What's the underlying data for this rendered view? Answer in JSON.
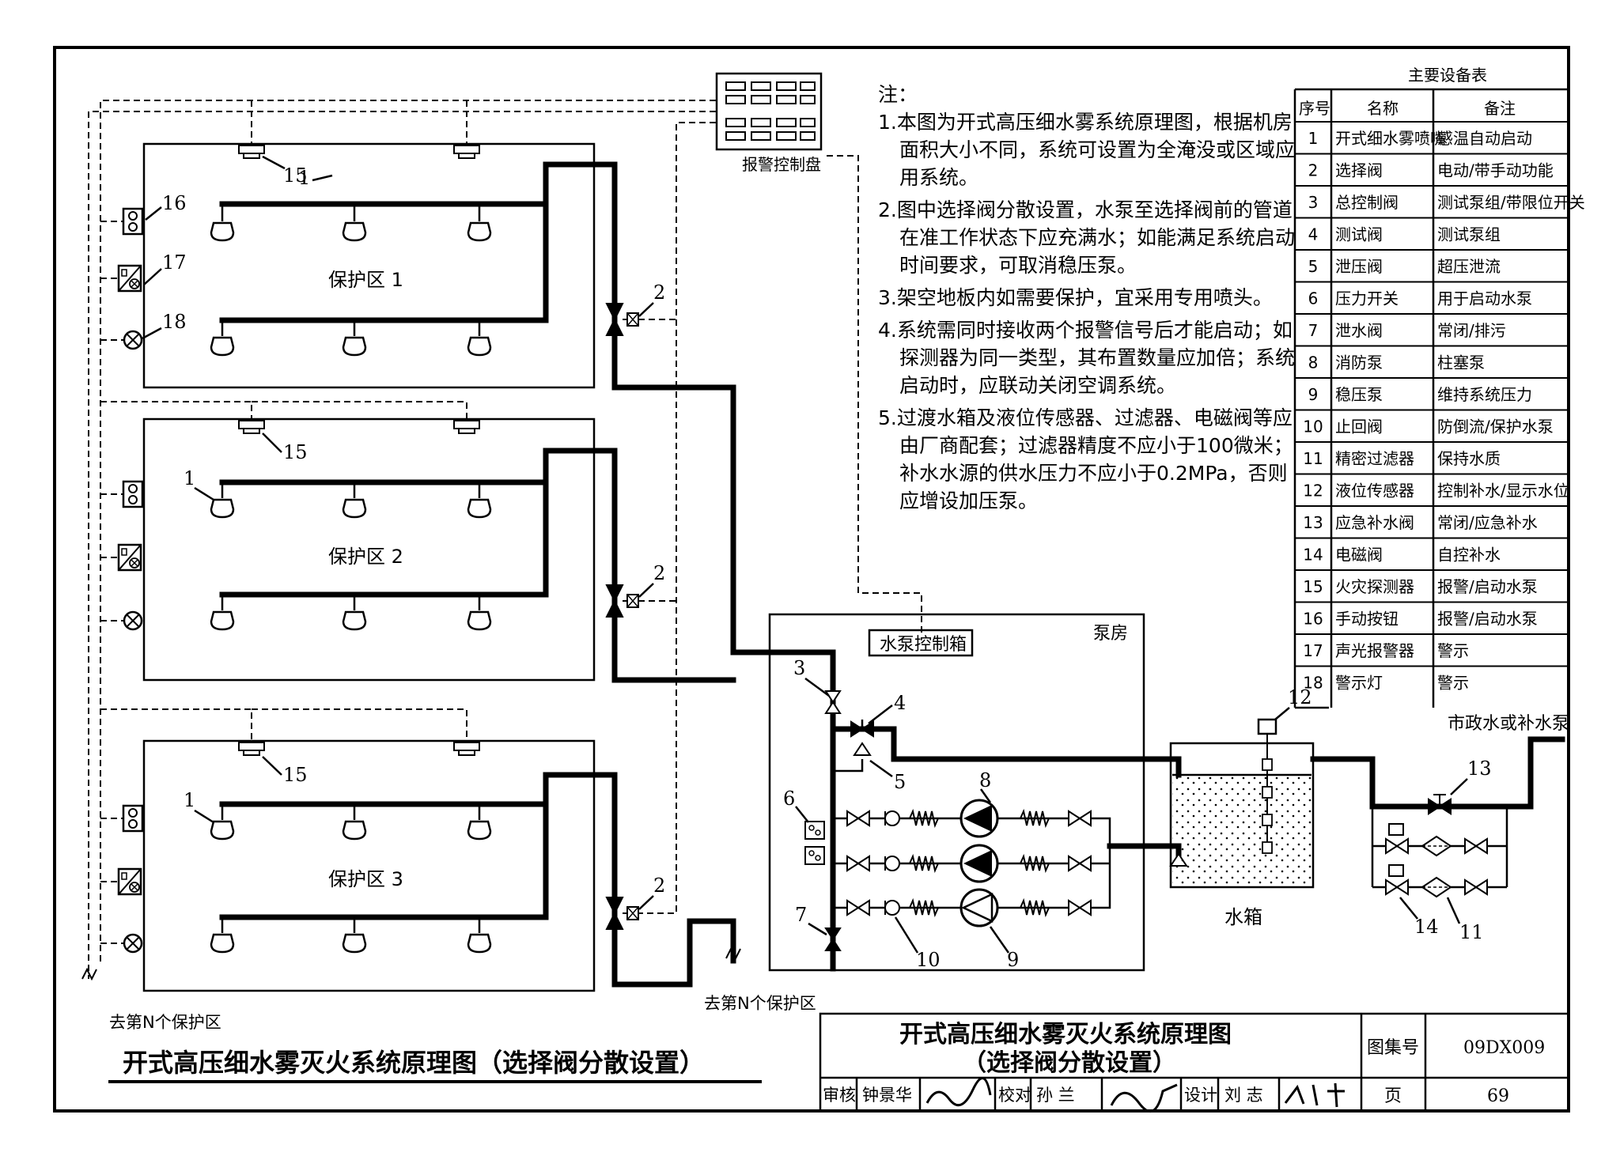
{
  "notes": {
    "heading": "注：",
    "lines": [
      "1.本图为开式高压细水雾系统原理图，根据机房",
      "面积大小不同，系统可设置为全淹没或区域应",
      "用系统。",
      "2.图中选择阀分散设置，水泵至选择阀前的管道",
      "在准工作状态下应充满水；如能满足系统启动",
      "时间要求，可取消稳压泵。",
      "3.架空地板内如需要保护，宜采用专用喷头。",
      "4.系统需同时接收两个报警信号后才能启动；如",
      "探测器为同一类型，其布置数量应加倍；系统",
      "启动时，应联动关闭空调系统。",
      "5.过渡水箱及液位传感器、过滤器、电磁阀等应",
      "由厂商配套；过滤器精度不应小于100微米；",
      "补水水源的供水压力不应小于0.2MPa，否则",
      "应增设加压泵。"
    ]
  },
  "equipment_table": {
    "title": "主要设备表",
    "headers": [
      "序号",
      "名称",
      "备注"
    ],
    "rows": [
      [
        "1",
        "开式细水雾喷嘴",
        "感温自动启动"
      ],
      [
        "2",
        "选择阀",
        "电动/带手动功能"
      ],
      [
        "3",
        "总控制阀",
        "测试泵组/带限位开关"
      ],
      [
        "4",
        "测试阀",
        "测试泵组"
      ],
      [
        "5",
        "泄压阀",
        "超压泄流"
      ],
      [
        "6",
        "压力开关",
        "用于启动水泵"
      ],
      [
        "7",
        "泄水阀",
        "常闭/排污"
      ],
      [
        "8",
        "消防泵",
        "柱塞泵"
      ],
      [
        "9",
        "稳压泵",
        "维持系统压力"
      ],
      [
        "10",
        "止回阀",
        "防倒流/保护水泵"
      ],
      [
        "11",
        "精密过滤器",
        "保持水质"
      ],
      [
        "12",
        "液位传感器",
        "控制补水/显示水位"
      ],
      [
        "13",
        "应急补水阀",
        "常闭/应急补水"
      ],
      [
        "14",
        "电磁阀",
        "自控补水"
      ],
      [
        "15",
        "火灾探测器",
        "报警/启动水泵"
      ],
      [
        "16",
        "手动按钮",
        "报警/启动水泵"
      ],
      [
        "17",
        "声光报警器",
        "警示"
      ],
      [
        "18",
        "警示灯",
        "警示"
      ]
    ]
  },
  "diagram": {
    "alarm_panel_label": "报警控制盘",
    "zones": [
      "保护区  1",
      "保护区  2",
      "保护区  3"
    ],
    "pump_room_label": "泵房",
    "pump_control_box_label": "水泵控制箱",
    "water_tank_label": "水箱",
    "municipal_supply_label": "市政水或补水泵",
    "to_zone_n_left": "去第N个保护区",
    "to_zone_n_pipe": "去第N个保护区",
    "callouts": [
      "1",
      "2",
      "3",
      "4",
      "5",
      "6",
      "7",
      "8",
      "9",
      "10",
      "11",
      "12",
      "13",
      "14",
      "15",
      "16",
      "17",
      "18"
    ]
  },
  "title_block": {
    "main_title_line1": "开式高压细水雾灭火系统原理图",
    "main_title_line2": "（选择阀分散设置）",
    "underlined_title": "开式高压细水雾灭火系统原理图（选择阀分散设置）",
    "atlas_no_label": "图集号",
    "atlas_no": "09DX009",
    "page_label": "页",
    "page": "69",
    "reviewer_label": "审核",
    "reviewer": "钟景华",
    "checker_label": "校对",
    "checker": "孙 兰",
    "designer_label": "设计",
    "designer": "刘 志"
  }
}
